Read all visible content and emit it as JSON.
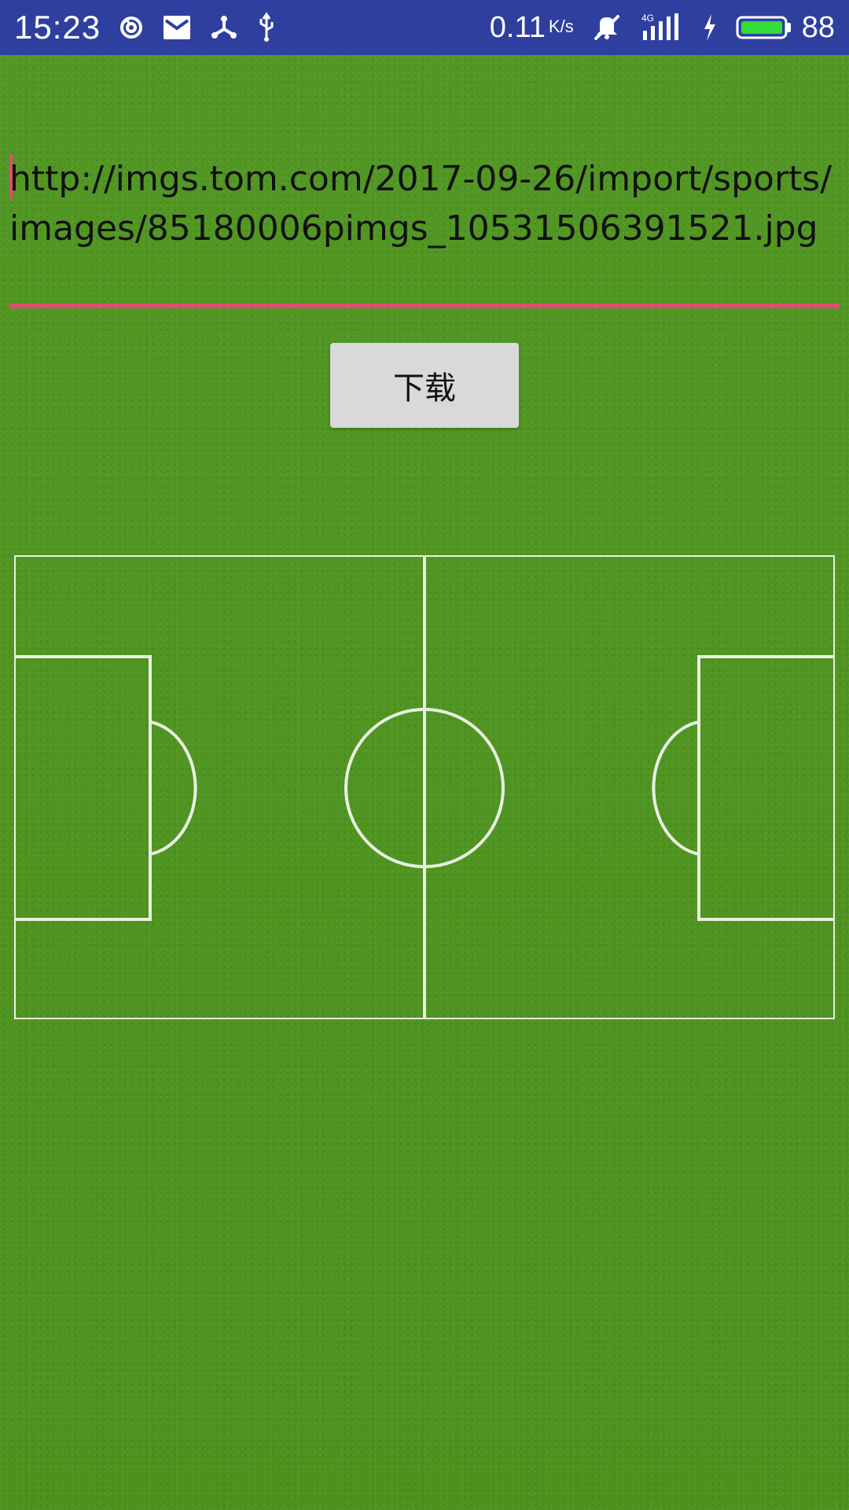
{
  "status_bar": {
    "time": "15:23",
    "network_speed_value": "0.11",
    "network_speed_unit": "K/s",
    "battery_percent": "88",
    "network_type_label": "4G",
    "icons": {
      "left": [
        "sync-icon",
        "mail-icon",
        "share-icon",
        "usb-icon"
      ],
      "right": [
        "mute-icon",
        "signal-icon",
        "charging-icon",
        "battery-icon"
      ]
    }
  },
  "download_form": {
    "url_value": "http://imgs.tom.com/2017-09-26/import/sports/images/85180006pimgs_10531506391521.jpg",
    "download_label": "下载"
  },
  "colors": {
    "status_bar": "#2f3f9f",
    "field_green": "#4f951f",
    "input_underline": "#e04b73",
    "button_bg": "#d9d9d9",
    "field_lines": "#e8f1e0"
  }
}
